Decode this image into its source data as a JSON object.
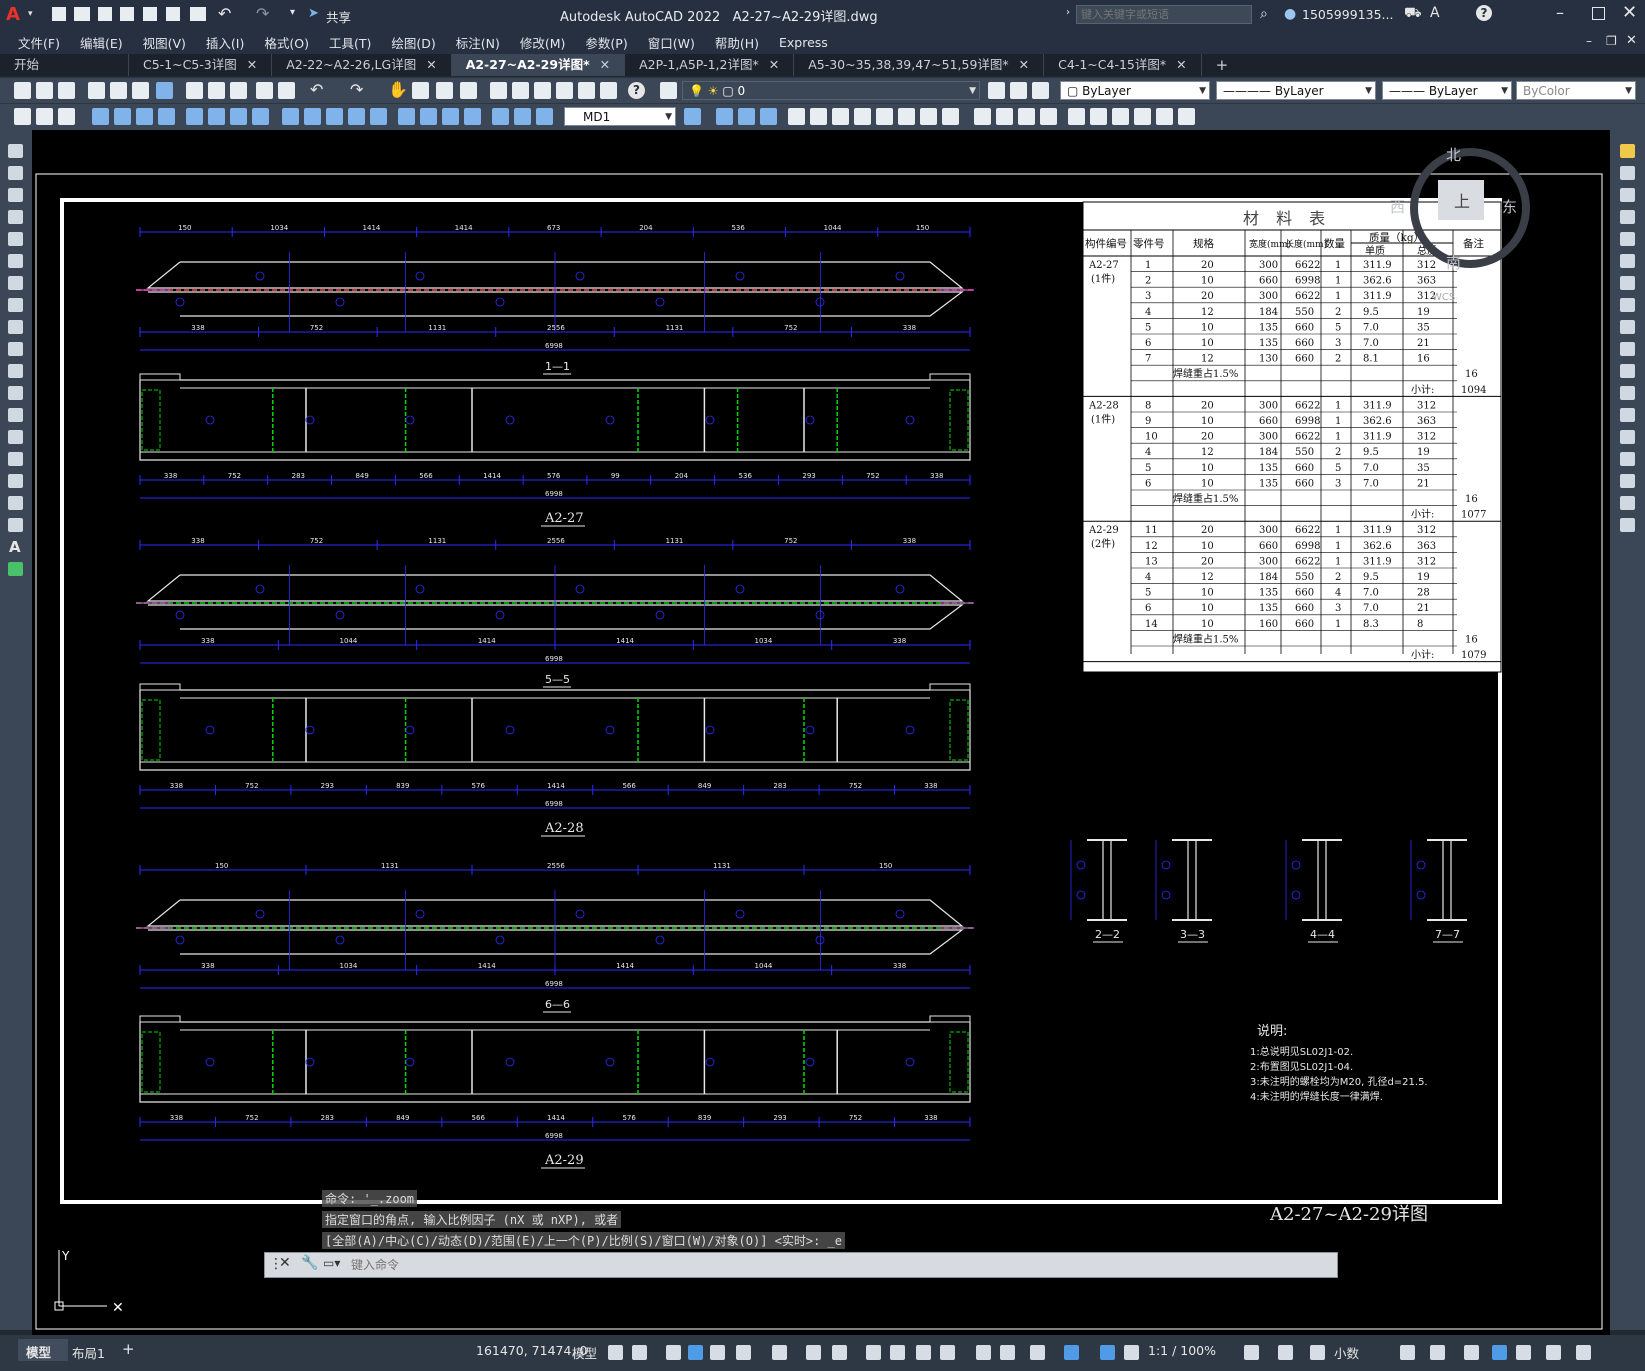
{
  "title": {
    "app": "Autodesk AutoCAD 2022",
    "file": "A2-27~A2-29详图.dwg",
    "share": "共享",
    "search_placeholder": "键入关键字或短语",
    "user": "1505999135...",
    "window_controls": [
      "minimize-icon",
      "maximize-icon",
      "close-icon"
    ]
  },
  "menu": [
    "文件(F)",
    "编辑(E)",
    "视图(V)",
    "插入(I)",
    "格式(O)",
    "工具(T)",
    "绘图(D)",
    "标注(N)",
    "修改(M)",
    "参数(P)",
    "窗口(W)",
    "帮助(H)",
    "Express"
  ],
  "tabs": [
    {
      "label": "开始",
      "active": false,
      "close": false
    },
    {
      "label": "C5-1~C5-3详图",
      "active": false,
      "close": true
    },
    {
      "label": "A2-22~A2-26,LG详图",
      "active": false,
      "close": true
    },
    {
      "label": "A2-27~A2-29详图*",
      "active": true,
      "close": true
    },
    {
      "label": "A2P-1,A5P-1,2详图*",
      "active": false,
      "close": true
    },
    {
      "label": "A5-30~35,38,39,47~51,59详图*",
      "active": false,
      "close": true
    },
    {
      "label": "C4-1~C4-15详图*",
      "active": false,
      "close": true
    }
  ],
  "toolbar": {
    "layer": "0",
    "color": "ByLayer",
    "linetype": "ByLayer",
    "lineweight": "ByLayer",
    "plotstyle": "ByColor",
    "dimstyle": "MD1"
  },
  "viewcube": {
    "north": "北",
    "south": "南",
    "east": "东",
    "west": "西",
    "top": "上",
    "wcs": "WCS"
  },
  "drawing": {
    "views": [
      {
        "label": "1—1",
        "dims_top": [
          "150",
          "1034",
          "1414",
          "1414",
          "673",
          "204",
          "536",
          "1044",
          "150"
        ],
        "dims_bottom": [
          "338",
          "752",
          "1131",
          "2556",
          "1131",
          "752",
          "338"
        ],
        "total": "6998"
      },
      {
        "label": "A2-27",
        "dims_bottom": [
          "338",
          "752",
          "283",
          "849",
          "566",
          "1414",
          "576",
          "99",
          "204",
          "536",
          "293",
          "752",
          "338"
        ],
        "total": "6998"
      },
      {
        "label": "5—5",
        "dims_top": [
          "338",
          "752",
          "1131",
          "2556",
          "1131",
          "752",
          "338"
        ],
        "dims_bottom": [
          "338",
          "1044",
          "1414",
          "1414",
          "1034",
          "338"
        ],
        "total": "6998"
      },
      {
        "label": "A2-28",
        "dims_bottom": [
          "338",
          "752",
          "293",
          "839",
          "576",
          "1414",
          "566",
          "849",
          "283",
          "752",
          "338"
        ],
        "total": "6998"
      },
      {
        "label": "6—6",
        "dims_top": [
          "150",
          "1131",
          "2556",
          "1131",
          "150"
        ],
        "dims_bottom": [
          "338",
          "1034",
          "1414",
          "1414",
          "1044",
          "338"
        ],
        "total": "6998"
      },
      {
        "label": "A2-29",
        "dims_bottom": [
          "338",
          "752",
          "283",
          "849",
          "566",
          "1414",
          "576",
          "839",
          "293",
          "752",
          "338"
        ],
        "total": "6998"
      }
    ],
    "sections": [
      "2—2",
      "3—3",
      "4—4",
      "7—7"
    ],
    "notes_title": "说明:",
    "notes": [
      "1:总说明见SL02J1-02.",
      "2:布置图见SL02J1-04.",
      "3:未注明的螺栓均为M20, 孔径d=21.5.",
      "4:未注明的焊缝长度一律满焊."
    ],
    "drawing_title": "A2-27~A2-29详图",
    "axis_y": "Y"
  },
  "material_table": {
    "title": "材 料 表",
    "headers": [
      "构件编号",
      "零件号",
      "规格",
      "宽度(mm)",
      "长度(mm)",
      "数量",
      "质量（kg）",
      "备注"
    ],
    "sub_headers": [
      "单质",
      "总质"
    ],
    "groups": [
      {
        "id": "A2-27",
        "count": "(1件)",
        "rows": [
          [
            "1",
            "20",
            "300",
            "6622",
            "1",
            "311.9",
            "312"
          ],
          [
            "2",
            "10",
            "660",
            "6998",
            "1",
            "362.6",
            "363"
          ],
          [
            "3",
            "20",
            "300",
            "6622",
            "1",
            "311.9",
            "312"
          ],
          [
            "4",
            "12",
            "184",
            "550",
            "2",
            "9.5",
            "19"
          ],
          [
            "5",
            "10",
            "135",
            "660",
            "5",
            "7.0",
            "35"
          ],
          [
            "6",
            "10",
            "135",
            "660",
            "3",
            "7.0",
            "21"
          ],
          [
            "7",
            "12",
            "130",
            "660",
            "2",
            "8.1",
            "16"
          ]
        ],
        "weld": "焊缝重占1.5%",
        "weld_value": "16",
        "subtotal_label": "小计:",
        "subtotal": "1094"
      },
      {
        "id": "A2-28",
        "count": "(1件)",
        "rows": [
          [
            "8",
            "20",
            "300",
            "6622",
            "1",
            "311.9",
            "312"
          ],
          [
            "9",
            "10",
            "660",
            "6998",
            "1",
            "362.6",
            "363"
          ],
          [
            "10",
            "20",
            "300",
            "6622",
            "1",
            "311.9",
            "312"
          ],
          [
            "4",
            "12",
            "184",
            "550",
            "2",
            "9.5",
            "19"
          ],
          [
            "5",
            "10",
            "135",
            "660",
            "5",
            "7.0",
            "35"
          ],
          [
            "6",
            "10",
            "135",
            "660",
            "3",
            "7.0",
            "21"
          ]
        ],
        "weld": "焊缝重占1.5%",
        "weld_value": "16",
        "subtotal_label": "小计:",
        "subtotal": "1077"
      },
      {
        "id": "A2-29",
        "count": "(2件)",
        "rows": [
          [
            "11",
            "20",
            "300",
            "6622",
            "1",
            "311.9",
            "312"
          ],
          [
            "12",
            "10",
            "660",
            "6998",
            "1",
            "362.6",
            "363"
          ],
          [
            "13",
            "20",
            "300",
            "6622",
            "1",
            "311.9",
            "312"
          ],
          [
            "4",
            "12",
            "184",
            "550",
            "2",
            "9.5",
            "19"
          ],
          [
            "5",
            "10",
            "135",
            "660",
            "4",
            "7.0",
            "28"
          ],
          [
            "6",
            "10",
            "135",
            "660",
            "3",
            "7.0",
            "21"
          ],
          [
            "14",
            "10",
            "160",
            "660",
            "1",
            "8.3",
            "8"
          ]
        ],
        "weld": "焊缝重占1.5%",
        "weld_value": "16",
        "subtotal_label": "小计:",
        "subtotal": "1079"
      }
    ]
  },
  "command": {
    "history": [
      "命令: '_.zoom",
      "指定窗口的角点, 输入比例因子 (nX 或 nXP), 或者",
      "[全部(A)/中心(C)/动态(D)/范围(E)/上一个(P)/比例(S)/窗口(W)/对象(O)] <实时>: _e"
    ],
    "placeholder": "键入命令"
  },
  "status": {
    "model_tab": "模型",
    "layout_tab": "布局1",
    "coords": "161470, 71474, 0",
    "space": "模型",
    "scale": "1:1 / 100%",
    "units": "小数"
  },
  "colors": {
    "accent": "#0a84ff",
    "dim_blue": "#1a1aff",
    "weld_green": "#00d800",
    "bg": "#000000"
  }
}
